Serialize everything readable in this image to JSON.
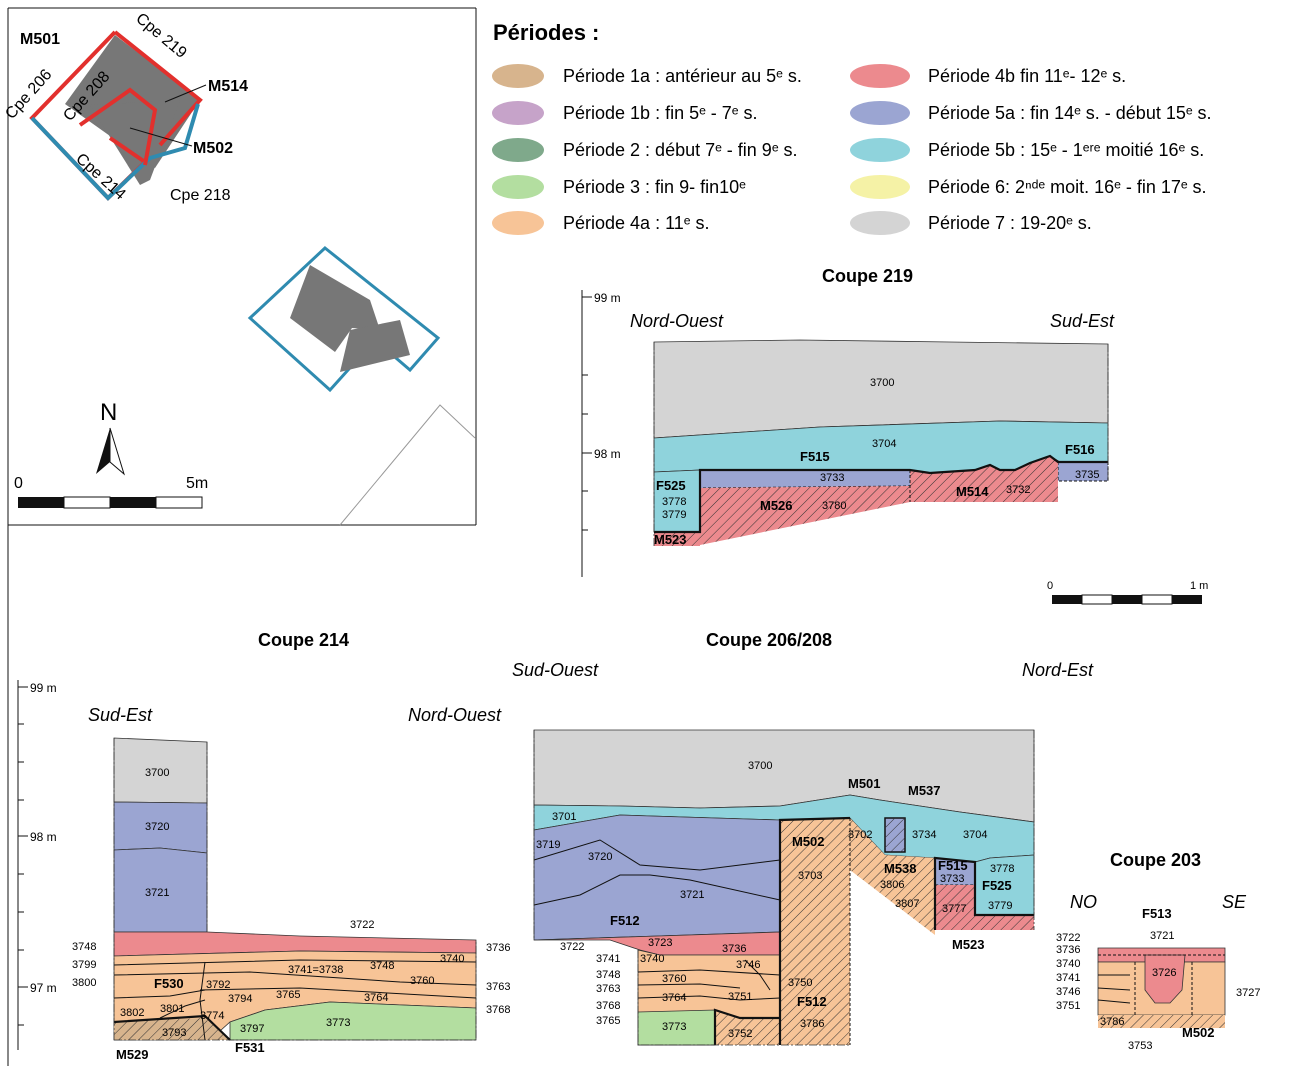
{
  "colors": {
    "p1a": "#d7b48d",
    "p1b": "#c6a3c9",
    "p2": "#7fa98b",
    "p3": "#b3dea0",
    "p4a": "#f7c497",
    "p4b": "#ec8a8e",
    "p5a": "#9ba5d2",
    "p5b": "#8fd3dc",
    "p6": "#f5f2a6",
    "p7": "#d4d4d4",
    "plan_red": "#e2302d",
    "plan_blue": "#2f8bb0",
    "plan_gray": "#777777"
  },
  "legend": {
    "title": "Périodes :",
    "items": [
      {
        "key": "p1a",
        "label": "Période 1a : antérieur au 5ᵉ s."
      },
      {
        "key": "p1b",
        "label": "Période 1b : fin 5ᵉ - 7ᵉ s."
      },
      {
        "key": "p2",
        "label": "Période 2 : début 7ᵉ - fin 9ᵉ s."
      },
      {
        "key": "p3",
        "label": "Période 3 : fin 9- fin10ᵉ"
      },
      {
        "key": "p4a",
        "label": "Période 4a : 11ᵉ s."
      },
      {
        "key": "p4b",
        "label": "Période 4b fin 11ᵉ- 12ᵉ s."
      },
      {
        "key": "p5a",
        "label": "Période 5a : fin 14ᵉ s. - début 15ᵉ s."
      },
      {
        "key": "p5b",
        "label": "Période 5b : 15ᵉ - 1ᵉʳᵉ moitié 16ᵉ s."
      },
      {
        "key": "p6",
        "label": "Période 6: 2ⁿᵈᵉ moit. 16ᵉ - fin 17ᵉ s."
      },
      {
        "key": "p7",
        "label": "Période 7 : 19-20ᵉ s."
      }
    ]
  },
  "plan": {
    "labels": [
      "M501",
      "Cpe 206",
      "Cpe 208",
      "Cpe 219",
      "M514",
      "M502",
      "Cpe 214",
      "Cpe 218"
    ],
    "north": "N",
    "scale_start": "0",
    "scale_end": "5m"
  },
  "coupe219": {
    "title": "Coupe 219",
    "left": "Nord-Ouest",
    "right": "Sud-Est",
    "alt_99": "99 m",
    "alt_98": "98 m",
    "units": [
      "3700",
      "3704",
      "3733",
      "3735",
      "3778",
      "3779",
      "3780",
      "3732"
    ],
    "structures": [
      "F515",
      "F516",
      "F525",
      "M526",
      "M514",
      "M523"
    ],
    "scale_start": "0",
    "scale_end": "1 m"
  },
  "coupe214": {
    "title": "Coupe 214",
    "left": "Sud-Est",
    "right": "Nord-Ouest",
    "alt_99": "99 m",
    "alt_98": "98 m",
    "alt_97": "97 m",
    "units": [
      "3700",
      "3720",
      "3721",
      "3722",
      "3748",
      "3799",
      "3800",
      "3736",
      "3740",
      "3741=3738",
      "3748",
      "3760",
      "3763",
      "3768",
      "3792",
      "3794",
      "3765",
      "3764",
      "3801",
      "3774",
      "3802",
      "3793",
      "3797",
      "3773"
    ],
    "structures": [
      "F530",
      "M529",
      "F531"
    ]
  },
  "coupe206": {
    "title": "Coupe 206/208",
    "left": "Sud-Ouest",
    "right": "Nord-Est",
    "units": [
      "3700",
      "3701",
      "3719",
      "3720",
      "3721",
      "3722",
      "3723",
      "3736",
      "3741",
      "3740",
      "3746",
      "3748",
      "3763",
      "3760",
      "3768",
      "3764",
      "3765",
      "3751",
      "3750",
      "3773",
      "3752",
      "3786",
      "3703",
      "3702",
      "3734",
      "3704",
      "3806",
      "3807",
      "3733",
      "3777",
      "3778",
      "3779"
    ],
    "structures": [
      "M501",
      "M537",
      "M502",
      "M538",
      "F515",
      "F525",
      "F512",
      "F512",
      "M523"
    ]
  },
  "coupe203": {
    "title": "Coupe 203",
    "left": "NO",
    "right": "SE",
    "units": [
      "3722",
      "3736",
      "3740",
      "3741",
      "3746",
      "3751",
      "3721",
      "3726",
      "3727",
      "3786",
      "3753"
    ],
    "structures": [
      "F513",
      "M502"
    ]
  }
}
